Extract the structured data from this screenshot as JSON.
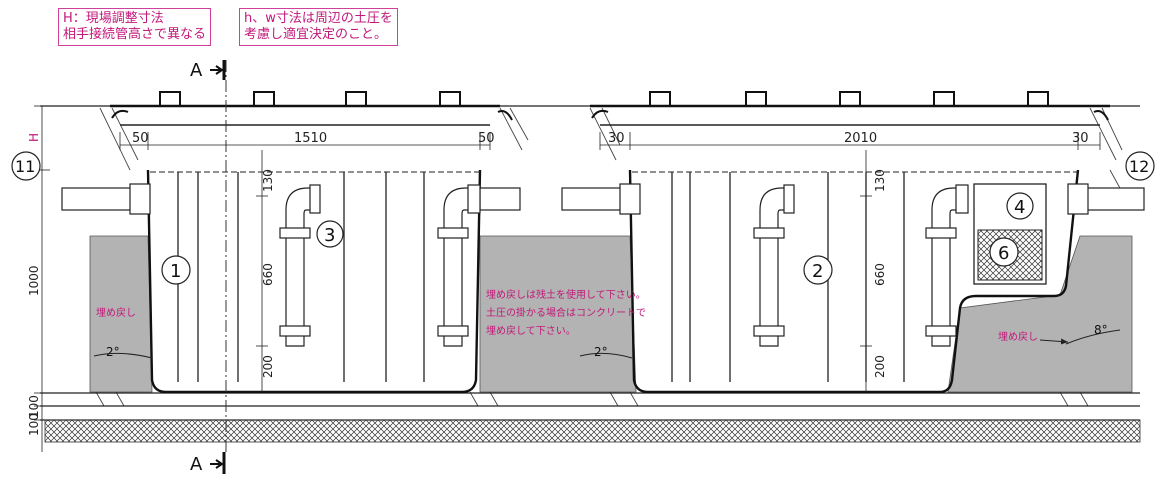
{
  "notes": {
    "h_note_line1": "H：現場調整寸法",
    "h_note_line2": "相手接続管高さで異なる",
    "hw_note_line1": "h、w寸法は周辺の土圧を",
    "hw_note_line2": "考慮し適宜決定のこと。"
  },
  "section_marks": {
    "top": "A",
    "bottom": "A"
  },
  "dimensions": {
    "left_clear_left": "50",
    "left_width": "1510",
    "left_clear_right": "50",
    "right_clear_left": "30",
    "right_width": "2010",
    "right_clear_right": "30",
    "height_H": "H",
    "height_total": "1000",
    "height_top": "130",
    "height_mid_left": "660",
    "height_bottom_left": "200",
    "height_mid_right": "660",
    "height_bottom_right": "200",
    "base_100_a": "100",
    "base_100_b": "100"
  },
  "markers": {
    "m1": "1",
    "m2": "2",
    "m3": "3",
    "m4": "4",
    "m6": "6",
    "m11": "11",
    "m12": "12"
  },
  "backfill_labels": {
    "left": "埋め戻し",
    "right": "埋め戻し"
  },
  "center_note": {
    "line1": "埋め戻しは残土を使用して下さい。",
    "line2": "土圧の掛かる場合はコンクリートで",
    "line3": "埋め戻して下さい。"
  },
  "angles": {
    "left": "2°",
    "middle": "2°",
    "right": "8°"
  },
  "colors": {
    "backfill": "#b3b3b3",
    "annotation": "#c2187a"
  }
}
